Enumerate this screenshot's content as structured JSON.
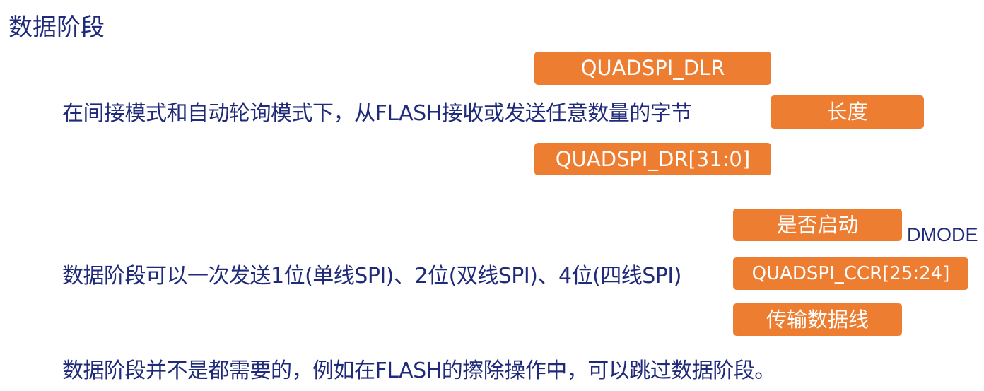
{
  "slide": {
    "title": "数据阶段",
    "lines": [
      "在间接模式和自动轮询模式下，从FLASH接收或发送任意数量的字节",
      "数据阶段可以一次发送1位(单线SPI)、2位(双线SPI)、4位(四线SPI)",
      "数据阶段并不是都需要的，例如在FLASH的擦除操作中，可以跳过数据阶段。"
    ],
    "tags": {
      "dlr": "QUADSPI_DLR",
      "length": "长度",
      "dr": "QUADSPI_DR[31:0]",
      "enable": "是否启动",
      "ccr": "QUADSPI_CCR[25:24]",
      "lines": "传输数据线"
    },
    "dmode_label": "DMODE",
    "colors": {
      "text": "#1f2a7a",
      "tag_background": "#ed7d31",
      "tag_text": "#ffffff"
    }
  }
}
